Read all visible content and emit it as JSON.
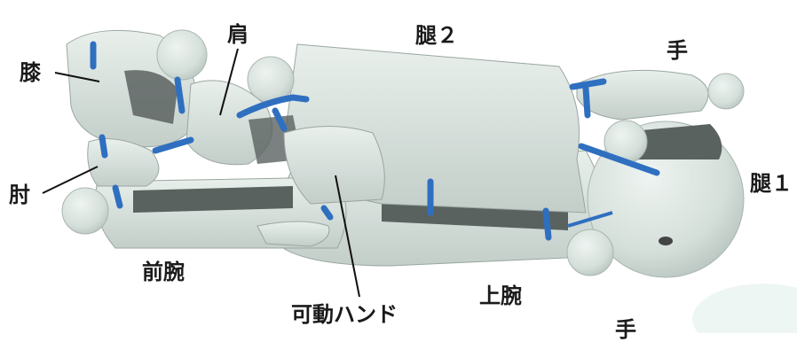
{
  "labels": {
    "knee": "膝",
    "shoulder": "肩",
    "thigh2": "腿２",
    "hand_top": "手",
    "elbow": "肘",
    "thigh1": "腿１",
    "forearm": "前腕",
    "movable_hand": "可動ハンド",
    "upper_arm": "上腕",
    "hand_bottom": "手"
  },
  "colors": {
    "body": "#d9e3de",
    "body_shadow": "#5a6260",
    "joint_band": "#2f6fc0",
    "leader_line": "#111111"
  }
}
